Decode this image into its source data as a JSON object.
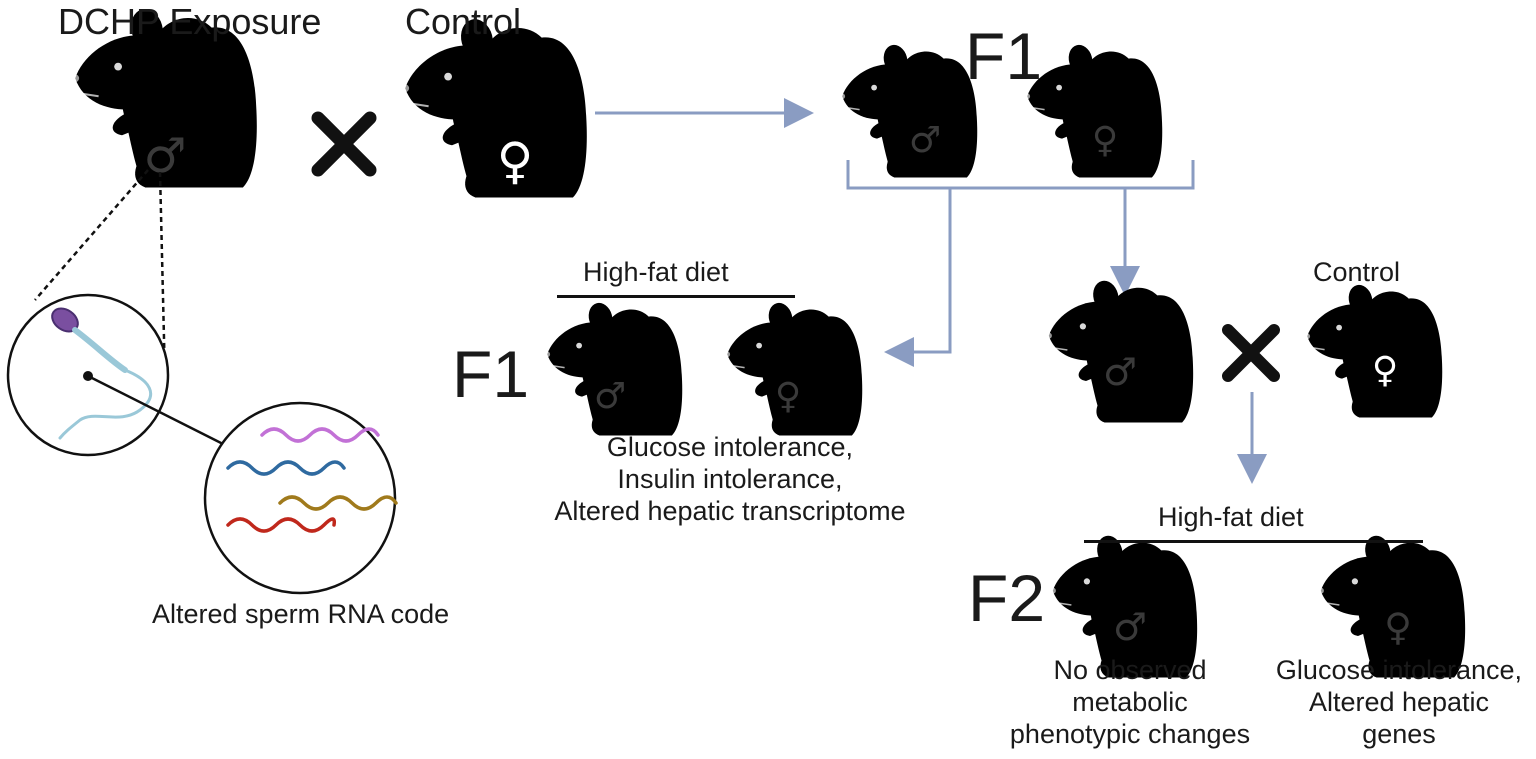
{
  "labels": {
    "dchp_exposure": "DCHP Exposure",
    "control_top": "Control",
    "control_mid": "Control",
    "f1_top": "F1",
    "f1_left": "F1",
    "f2": "F2",
    "high_fat_diet_f1": "High-fat diet",
    "high_fat_diet_f2": "High-fat diet",
    "sperm_rna": "Altered sperm RNA code"
  },
  "outcomes": {
    "f1": [
      "Glucose intolerance,",
      "Insulin intolerance,",
      "Altered hepatic transcriptome"
    ],
    "f2_male": [
      "No observed",
      "metabolic",
      "phenotypic changes"
    ],
    "f2_female": [
      "Glucose intolerance,",
      "Altered hepatic",
      "genes"
    ]
  },
  "symbols": {
    "male": "♂",
    "female": "♀"
  },
  "colors": {
    "exposed_red": "#d9261c",
    "control_dark": "#4a4a4a",
    "f1_gray": "#c9c9c9",
    "hfd_salmon": "#d98b78",
    "arrow_blue": "#8a9cc2"
  }
}
